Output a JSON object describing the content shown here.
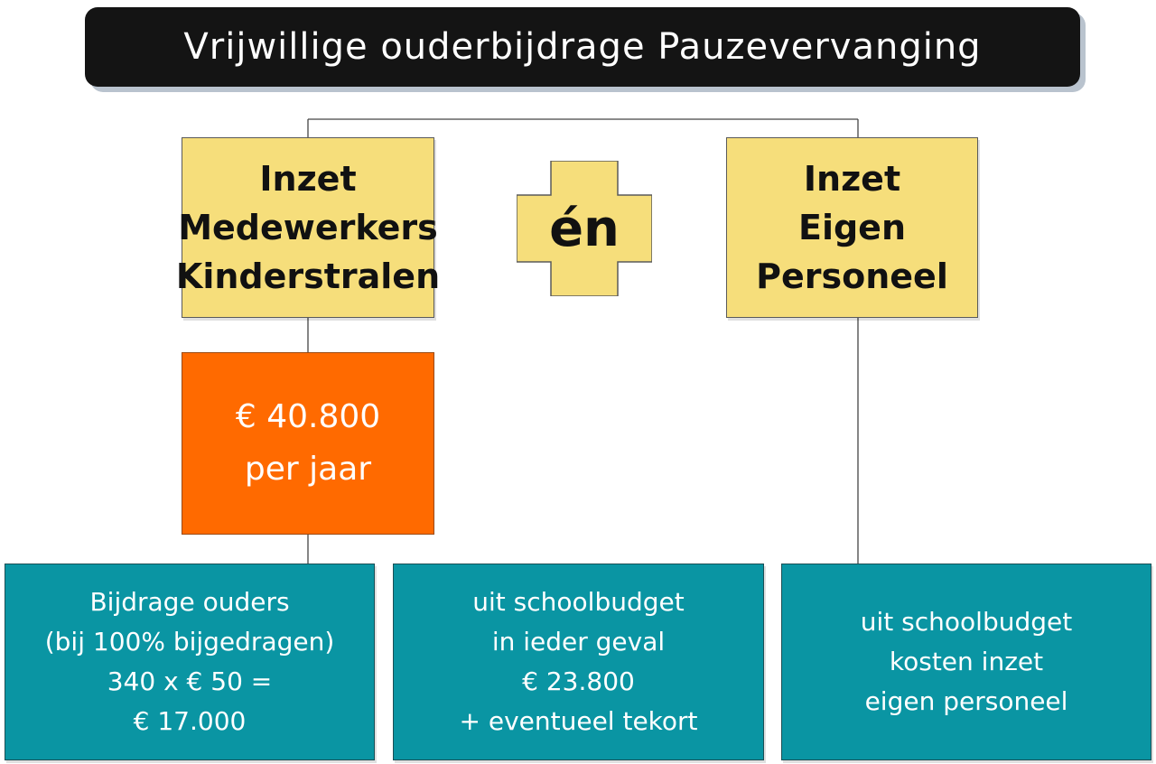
{
  "title": "Vrijwillige ouderbijdrage Pauzevervanging",
  "connector": "én",
  "yellow_left": {
    "lines": [
      "Inzet",
      "Medewerkers",
      "Kinderstralen"
    ]
  },
  "yellow_right": {
    "lines": [
      "Inzet",
      "Eigen",
      "Personeel"
    ]
  },
  "orange": {
    "lines": [
      "€ 40.800",
      "per jaar"
    ]
  },
  "teal_left": {
    "lines": [
      "Bijdrage ouders",
      "(bij 100% bijgedragen)",
      "340 x € 50 =",
      "€ 17.000"
    ]
  },
  "teal_middle": {
    "lines": [
      "uit schoolbudget",
      "in ieder geval",
      "€ 23.800",
      "+ eventueel tekort"
    ]
  },
  "teal_right": {
    "lines": [
      "uit schoolbudget",
      "kosten inzet",
      "eigen personeel"
    ]
  },
  "colors": {
    "title_bar": "#141414",
    "yellow": "#f6de7b",
    "orange": "#ff6a00",
    "teal": "#0a95a3"
  }
}
